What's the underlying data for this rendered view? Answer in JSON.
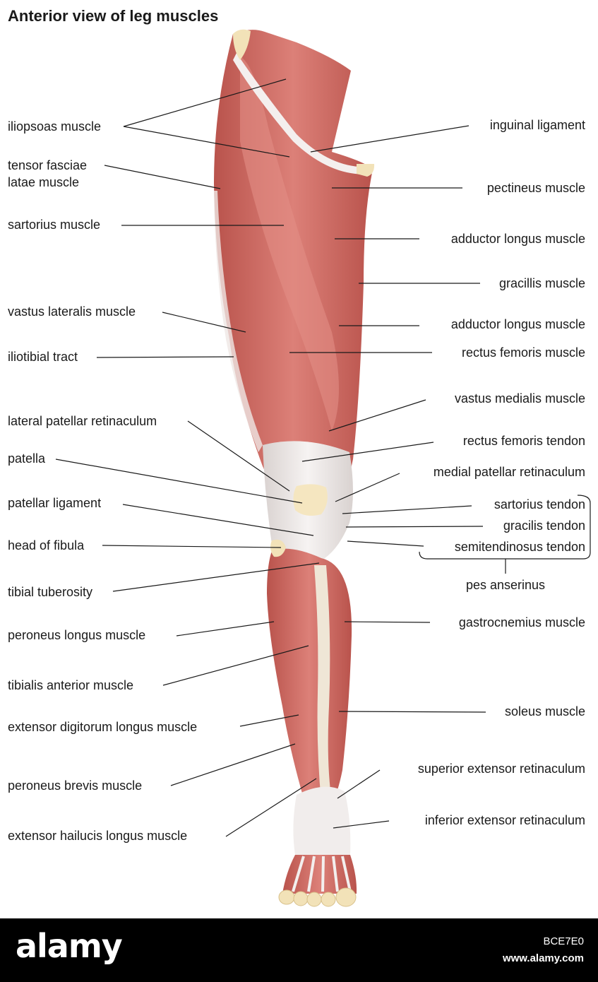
{
  "title": "Anterior view of leg muscles",
  "left_labels": [
    "iliopsoas muscle",
    "tensor fasciae",
    "latae muscle",
    "sartorius muscle",
    "vastus lateralis muscle",
    "iliotibial tract",
    "lateral patellar retinaculum",
    "patella",
    "patellar ligament",
    "head of fibula",
    "tibial tuberosity",
    "peroneus longus muscle",
    "tibialis anterior muscle",
    "extensor digitorum longus muscle",
    "peroneus brevis muscle",
    "extensor hailucis longus muscle"
  ],
  "right_labels": [
    "inguinal ligament",
    "pectineus muscle",
    "adductor longus muscle",
    "gracillis muscle",
    "adductor longus muscle",
    "rectus femoris muscle",
    "vastus medialis muscle",
    "rectus femoris tendon",
    "medial patellar retinaculum",
    "sartorius tendon",
    "gracilis tendon",
    "semitendinosus tendon",
    "gastrocnemius muscle",
    "soleus muscle",
    "superior extensor retinaculum",
    "inferior extensor retinaculum"
  ],
  "group_label": "pes anserinus",
  "footer": {
    "brand": "alamy",
    "image_code": "BCE7E0",
    "site": "www.alamy.com"
  },
  "colors": {
    "muscle": "#d4726a",
    "muscle_dark": "#b9534c",
    "tendon": "#eeeae8",
    "bone": "#f2e2b8",
    "line": "#1a1a1a"
  }
}
